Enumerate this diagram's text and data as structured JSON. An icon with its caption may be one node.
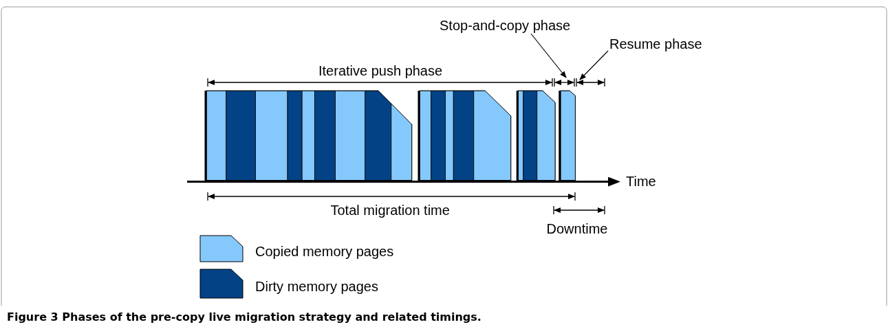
{
  "diagram": {
    "caption": "Figure 3 Phases of the pre-copy live migration strategy and related timings.",
    "nodes": [
      {
        "text": [
          "Stop-and-copy phase"
        ]
      },
      {
        "text": [
          "Resume phase"
        ]
      },
      {
        "text": [],
        "shape": "line"
      },
      {
        "text": [],
        "shape": "line"
      }
    ],
    "edges": [
      {
        "from": 0,
        "to": 2,
        "arrow": "to"
      },
      {
        "from": 1,
        "to": 3,
        "arrow": "to"
      }
    ],
    "labels": [
      "Iterative push phase",
      "Time",
      "Total migration time",
      "Downtime"
    ],
    "legend": [
      {
        "text": "Copied memory pages",
        "color": "#85c8fc"
      },
      {
        "text": "Dirty memory pages",
        "color": "#034385"
      }
    ]
  }
}
